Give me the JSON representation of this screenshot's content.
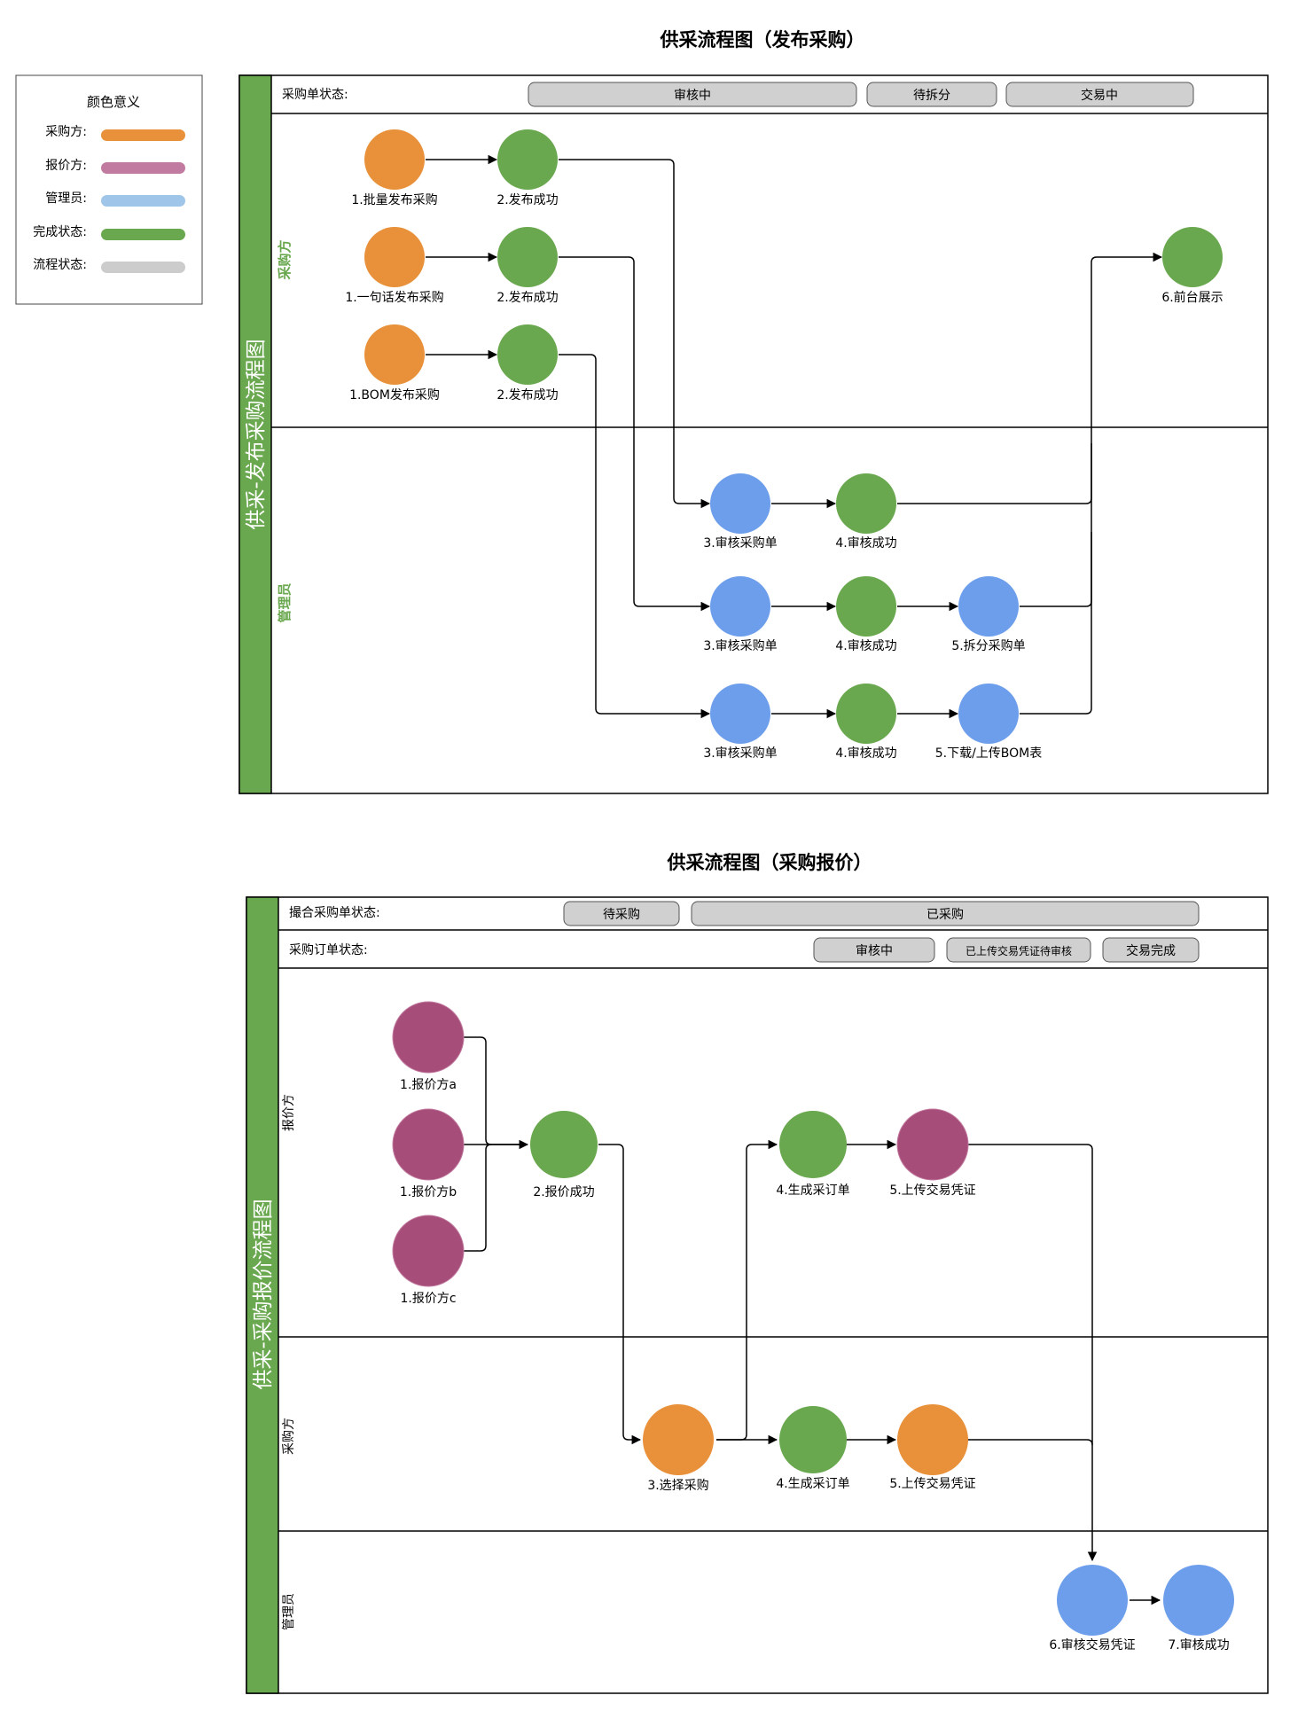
{
  "colors": {
    "buyer": "#E8913A",
    "supplier": "#A64D79",
    "admin": "#6D9EEB",
    "done": "#6AA84F",
    "status_fill": "#D0D0D0",
    "band": "#6AA84F"
  },
  "legend": {
    "title": "颜色意义",
    "items": [
      {
        "label": "采购方:",
        "color": "#E8913A"
      },
      {
        "label": "报价方:",
        "color": "#C27BA0"
      },
      {
        "label": "管理员:",
        "color": "#9FC5E8"
      },
      {
        "label": "完成状态:",
        "color": "#6AA84F"
      },
      {
        "label": "流程状态:",
        "color": "#CCCCCC"
      }
    ]
  },
  "diagram1": {
    "title": "供采流程图（发布采购）",
    "band_label": "供采-发布采购流程图",
    "status_row_label": "采购单状态:",
    "statuses": [
      "审核中",
      "待拆分",
      "交易中"
    ],
    "lanes": [
      "采购方",
      "管理员"
    ],
    "nodes": {
      "b1": "1.批量发布采购",
      "b2": "2.发布成功",
      "b3": "1.一句话发布采购",
      "b4": "2.发布成功",
      "b5": "1.BOM发布采购",
      "b6": "2.发布成功",
      "b7": "6.前台展示",
      "a1": "3.审核采购单",
      "a2": "4.审核成功",
      "a3": "3.审核采购单",
      "a4": "4.审核成功",
      "a5": "5.拆分采购单",
      "a6": "3.审核采购单",
      "a7": "4.审核成功",
      "a8": "5.下载/上传BOM表"
    }
  },
  "diagram2": {
    "title": "供采流程图（采购报价）",
    "band_label": "供采-采购报价流程图",
    "status_row1_label": "撮合采购单状态:",
    "statuses_row1": [
      "待采购",
      "已采购"
    ],
    "status_row2_label": "采购订单状态:",
    "statuses_row2": [
      "审核中",
      "已上传交易凭证待审核",
      "交易完成"
    ],
    "lanes": [
      "报价方",
      "采购方",
      "管理员"
    ],
    "nodes": {
      "s1": "1.报价方a",
      "s2": "1.报价方b",
      "s3": "1.报价方c",
      "s4": "2.报价成功",
      "s5": "4.生成采订单",
      "s6": "5.上传交易凭证",
      "p1": "3.选择采购",
      "p2": "4.生成采订单",
      "p3": "5.上传交易凭证",
      "m1": "6.审核交易凭证",
      "m2": "7.审核成功"
    }
  }
}
